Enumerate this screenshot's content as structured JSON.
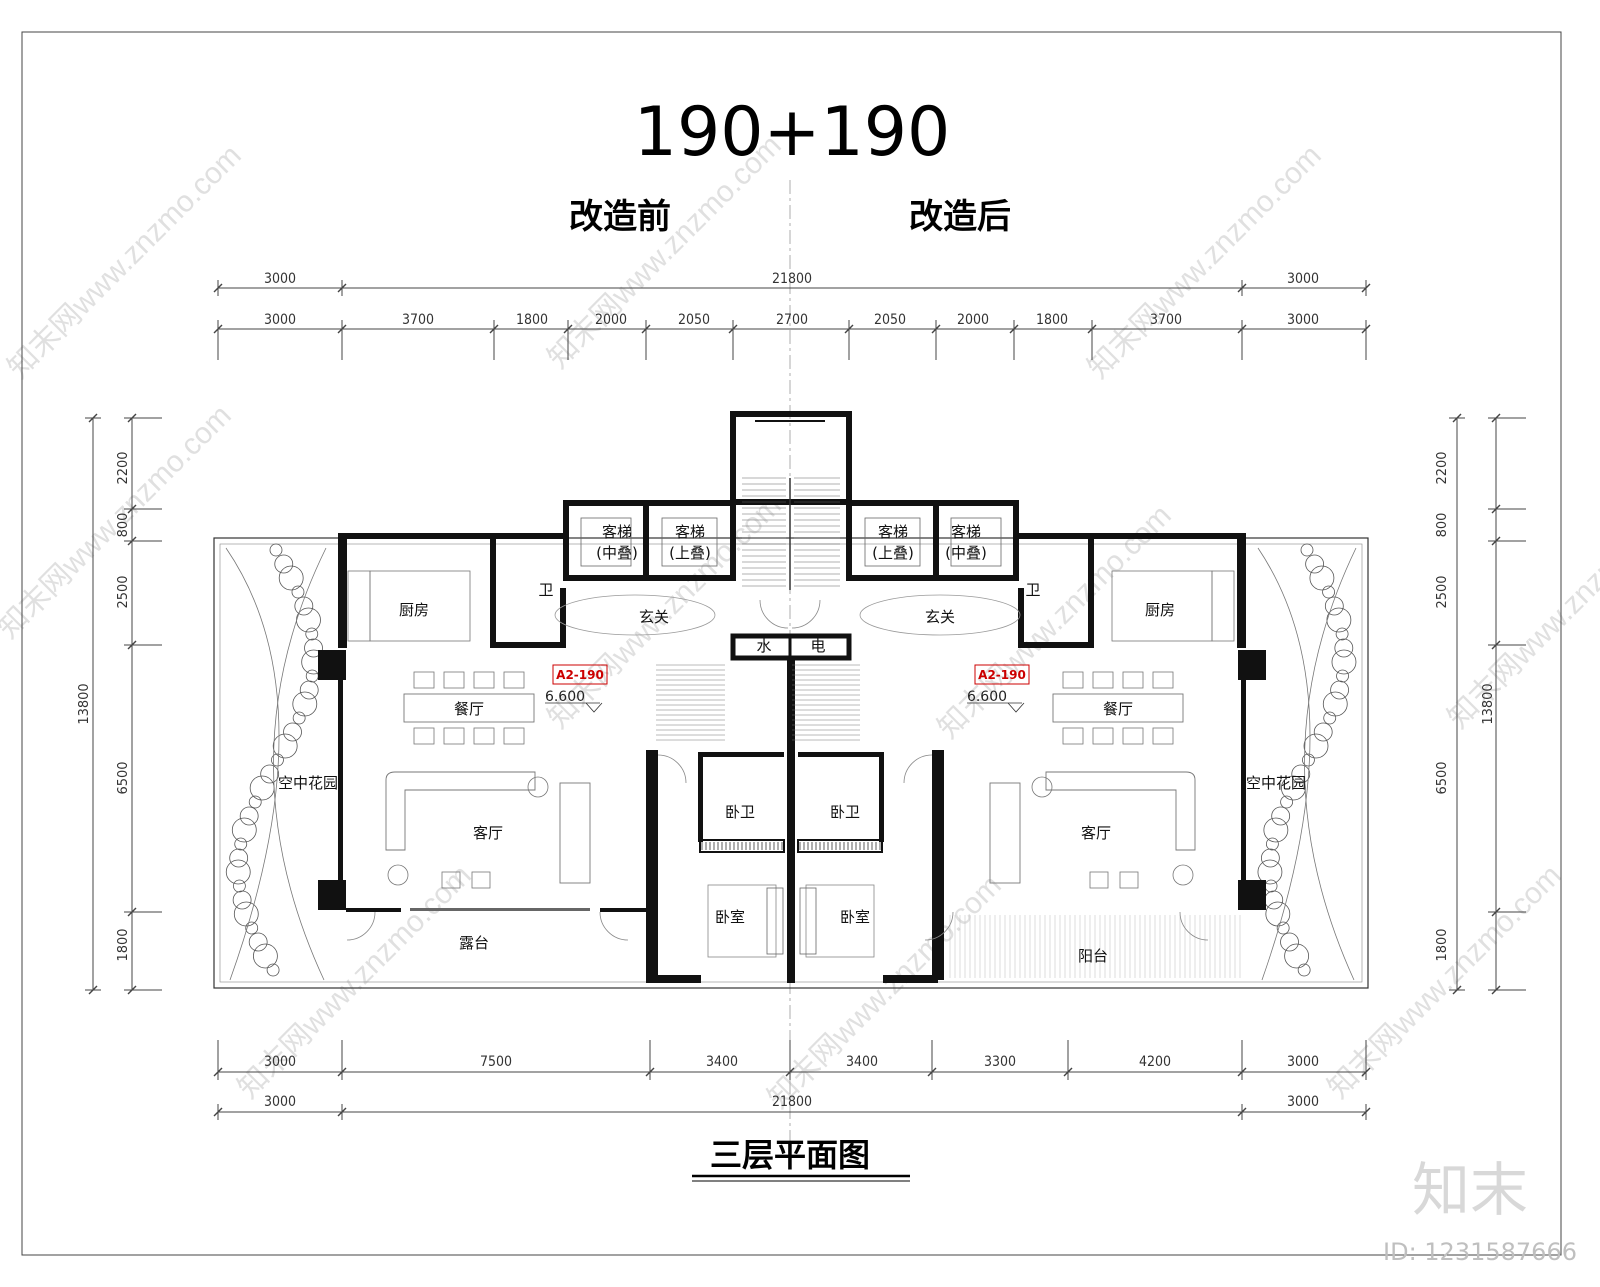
{
  "header": {
    "title": "190+190",
    "left_label": "改造前",
    "right_label": "改造后"
  },
  "dims": {
    "top_outer": [
      "3000",
      "21800",
      "3000"
    ],
    "top_inner": [
      "3000",
      "3700",
      "1800",
      "2000",
      "2050",
      "2700",
      "2050",
      "2000",
      "1800",
      "3700",
      "3000"
    ],
    "bottom_inner": [
      "3000",
      "7500",
      "3400",
      "3400",
      "3300",
      "4200",
      "3000"
    ],
    "bottom_outer": [
      "3000",
      "21800",
      "3000"
    ],
    "left_vertical": [
      "2200",
      "800",
      "2500",
      "6500",
      "1800"
    ],
    "left_total": "13800",
    "right_vertical": [
      "2200",
      "800",
      "2500",
      "6500",
      "1800"
    ],
    "right_total": "13800"
  },
  "rooms": {
    "elevator_mid": "客梯",
    "elevator_mid_sub": "(中叠)",
    "elevator_up": "客梯",
    "elevator_up_sub": "(上叠)",
    "kitchen": "厨房",
    "bath": "卫",
    "foyer": "玄关",
    "water": "水",
    "power": "电",
    "dining": "餐厅",
    "living": "客厅",
    "garden": "空中花园",
    "master_bath": "卧卫",
    "bedroom": "卧室",
    "terrace": "露台",
    "balcony": "阳台"
  },
  "tags": {
    "unit_left": "A2-190",
    "unit_right": "A2-190",
    "level_left": "6.600",
    "level_right": "6.600"
  },
  "footer": {
    "plan_title": "三层平面图",
    "logo": "知末",
    "id_text": "ID: 1231587666",
    "watermark": "知末网www.znzmo.com"
  }
}
